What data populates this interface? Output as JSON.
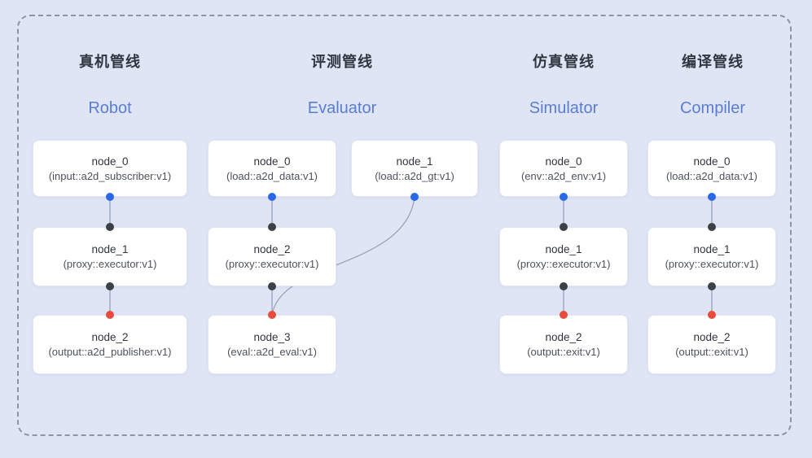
{
  "diagram_title": "pipeline-overview",
  "colors": {
    "background": "#dfe5f5",
    "frame_border": "#8f95a0",
    "node_fill": "#ffffff",
    "node_border": "#e2e6ee",
    "edge": "#97a3b8",
    "source_port": "#2969e8",
    "intermediate_port": "#3c4147",
    "sink_port": "#e64b3c",
    "cn_title": "#30363f",
    "en_title": "#5b7dd1"
  },
  "pipelines": [
    {
      "cn_title": "真机管线",
      "en_title": "Robot",
      "nodes": [
        {
          "title": "node_0",
          "subtitle": "(input::a2d_subscriber:v1)"
        },
        {
          "title": "node_1",
          "subtitle": "(proxy::executor:v1)"
        },
        {
          "title": "node_2",
          "subtitle": "(output::a2d_publisher:v1)"
        }
      ]
    },
    {
      "cn_title": "评测管线",
      "en_title": "Evaluator",
      "nodes": [
        {
          "title": "node_0",
          "subtitle": "(load::a2d_data:v1)"
        },
        {
          "title": "node_1",
          "subtitle": "(load::a2d_gt:v1)"
        },
        {
          "title": "node_2",
          "subtitle": "(proxy::executor:v1)"
        },
        {
          "title": "node_3",
          "subtitle": "(eval::a2d_eval:v1)"
        }
      ]
    },
    {
      "cn_title": "仿真管线",
      "en_title": "Simulator",
      "nodes": [
        {
          "title": "node_0",
          "subtitle": "(env::a2d_env:v1)"
        },
        {
          "title": "node_1",
          "subtitle": "(proxy::executor:v1)"
        },
        {
          "title": "node_2",
          "subtitle": "(output::exit:v1)"
        }
      ]
    },
    {
      "cn_title": "编译管线",
      "en_title": "Compiler",
      "nodes": [
        {
          "title": "node_0",
          "subtitle": "(load::a2d_data:v1)"
        },
        {
          "title": "node_1",
          "subtitle": "(proxy::executor:v1)"
        },
        {
          "title": "node_2",
          "subtitle": "(output::exit:v1)"
        }
      ]
    }
  ]
}
